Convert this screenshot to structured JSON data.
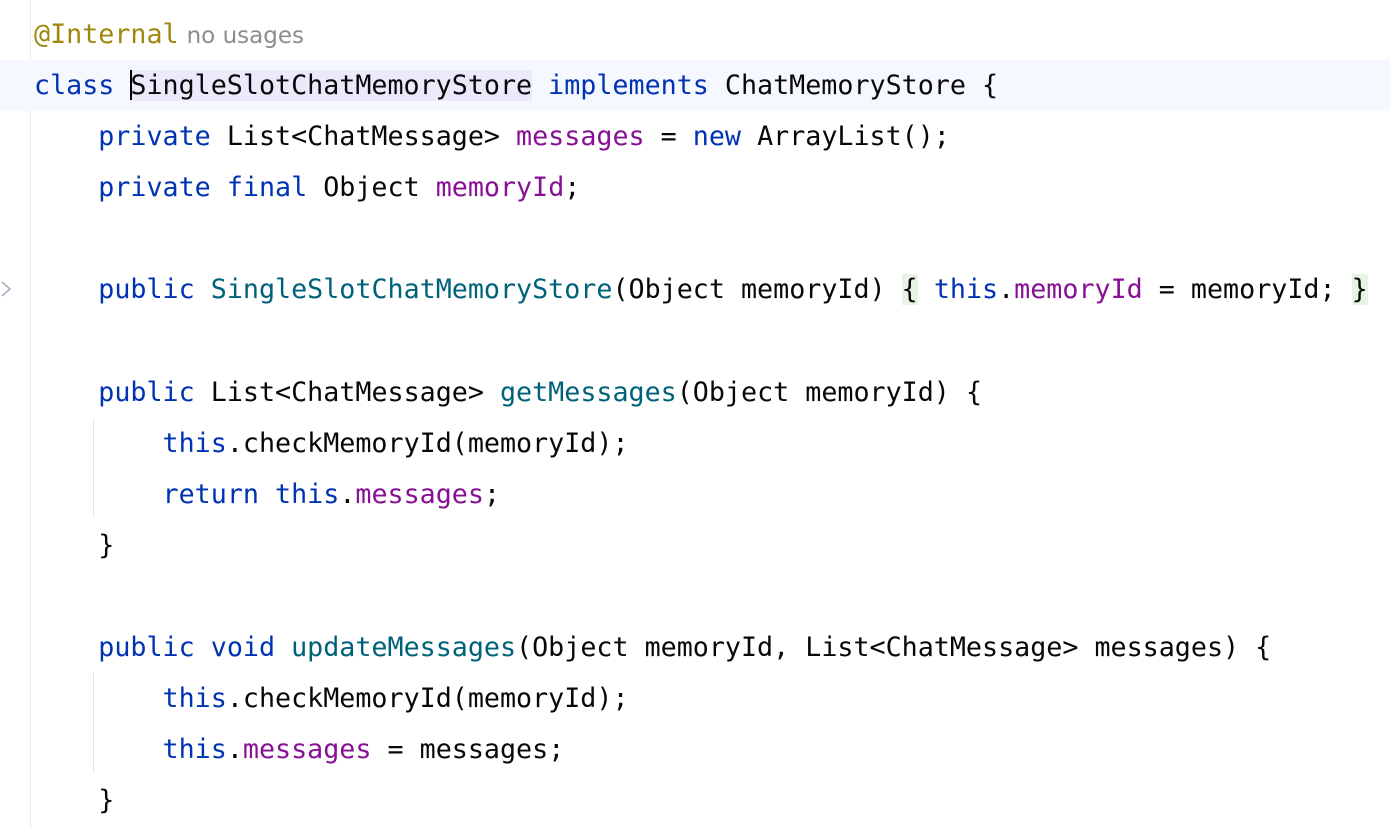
{
  "annotation": {
    "text": "@Internal",
    "usage_hint": "no usages"
  },
  "class_decl": {
    "kw_class": "class ",
    "class_name": "SingleSlotChatMemoryStore",
    "kw_implements": " implements ",
    "interface_name": "ChatMemoryStore",
    "open_brace": " {"
  },
  "field1": {
    "kw_private": "private ",
    "type": "List<ChatMessage> ",
    "name": "messages",
    "assign": " = ",
    "kw_new": "new",
    "init": " ArrayList();"
  },
  "field2": {
    "kw_private_final": "private final ",
    "type": "Object ",
    "name": "memoryId",
    "semi": ";"
  },
  "constructor": {
    "kw_public": "public ",
    "name": "SingleSlotChatMemoryStore",
    "params": "(Object memoryId) ",
    "open_brace": "{",
    "kw_this": " this",
    "dot": ".",
    "field": "memoryId",
    "rest": " = memoryId; ",
    "close_brace": "}"
  },
  "get_messages": {
    "kw_public": "public ",
    "return_type": "List<ChatMessage> ",
    "name": "getMessages",
    "params": "(Object memoryId) {",
    "body1_kw_this": "this",
    "body1_rest": ".checkMemoryId(memoryId);",
    "body2_kw_return": "return ",
    "body2_kw_this": "this",
    "body2_dot": ".",
    "body2_field": "messages",
    "body2_semi": ";",
    "close": "}"
  },
  "update_messages": {
    "kw_public_void": "public void ",
    "name": "updateMessages",
    "params": "(Object memoryId, List<ChatMessage> messages) {",
    "body1_kw_this": "this",
    "body1_rest": ".checkMemoryId(memoryId);",
    "body2_kw_this": "this",
    "body2_dot": ".",
    "body2_field": "messages",
    "body2_rest": " = messages;",
    "close": "}"
  },
  "colors": {
    "keyword": "#0033b3",
    "field": "#871094",
    "method": "#00627a",
    "annotation": "#9e880d",
    "hint": "#8c8c8c",
    "current_line": "#f5f8fe"
  },
  "icons": {
    "fold": "chevron-right-icon"
  }
}
